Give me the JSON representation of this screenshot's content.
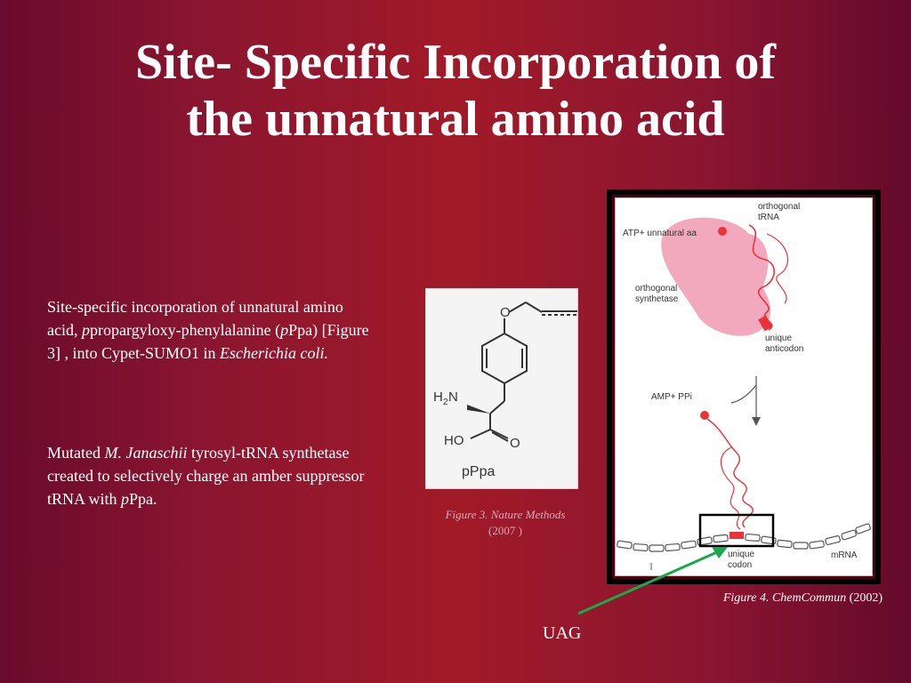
{
  "slide": {
    "title_line1": "Site- Specific Incorporation of",
    "title_line2": "the unnatural amino acid",
    "p1": {
      "text1": "Site-specific incorporation of unnatural amino acid,  ",
      "italic1": "p",
      "text2": "propargyloxy-phenylalanine (",
      "italic2": "p",
      "text3": "Ppa) [Figure 3] , into Cypet-SUMO1 in ",
      "italic3": "Escherichia coli."
    },
    "p2": {
      "text1": "Mutated ",
      "italic1": "M. Janaschii",
      "text2": " tyrosyl-tRNA synthetase created to selectively charge an amber suppressor tRNA with ",
      "italic2": "p",
      "text3": "Ppa."
    },
    "figure3": {
      "label_o": "O",
      "label_h2n": "H",
      "label_h2n_sub": "2",
      "label_h2n_n": "N",
      "label_ho": "HO",
      "label_o2": "O",
      "label_name": "pPpa",
      "caption_italic": "Figure 3. Nature Methods",
      "caption_rest": "(2007 )"
    },
    "figure4": {
      "label_orthogonal_trna_1": "orthogonal",
      "label_orthogonal_trna_2": "tRNA",
      "label_atp": "ATP+ unnatural aa",
      "label_synth_1": "orthogonal",
      "label_synth_2": "synthetase",
      "label_anticodon_1": "unique",
      "label_anticodon_2": "anticodon",
      "label_amp": "AMP+ PPi",
      "label_codon_1": "unique",
      "label_codon_2": "codon",
      "label_mrna": "mRNA",
      "caption_italic": "Figure 4. ChemCommun",
      "caption_rest": " (2002)"
    },
    "uag_label": "UAG",
    "colors": {
      "background_mid": "#a11a28",
      "trna": "#e8333b",
      "synthetase": "#f3a9bd",
      "arrow": "#1aa84a"
    }
  }
}
